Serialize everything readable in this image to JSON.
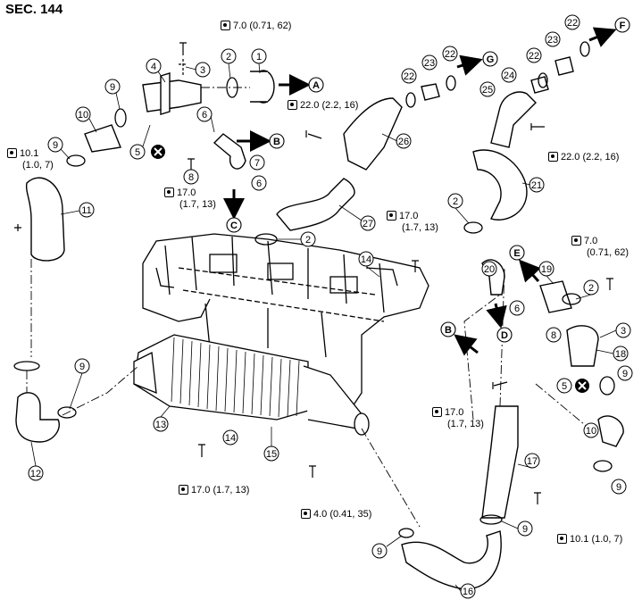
{
  "section": "SEC. 144",
  "torque_specs": [
    {
      "id": "t1",
      "text": "7.0 (0.71, 62)"
    },
    {
      "id": "t2",
      "text": "22.0 (2.2, 16)"
    },
    {
      "id": "t3",
      "line1": "10.1",
      "line2": "(1.0, 7)"
    },
    {
      "id": "t4",
      "line1": "17.0",
      "line2": "(1.7, 13)"
    },
    {
      "id": "t5",
      "text": "22.0 (2.2, 16)"
    },
    {
      "id": "t6",
      "line1": "17.0",
      "line2": "(1.7, 13)"
    },
    {
      "id": "t7",
      "line1": "7.0",
      "line2": "(0.71, 62)"
    },
    {
      "id": "t8",
      "line1": "17.0",
      "line2": "(1.7, 13)"
    },
    {
      "id": "t9",
      "text": "17.0 (1.7, 13)"
    },
    {
      "id": "t10",
      "text": "4.0 (0.41, 35)"
    },
    {
      "id": "t11",
      "text": "10.1 (1.0, 7)"
    }
  ],
  "part_numbers": [
    "1",
    "2",
    "3",
    "4",
    "5",
    "6",
    "8",
    "9",
    "10",
    "11",
    "12",
    "13",
    "14",
    "15",
    "16",
    "17",
    "18",
    "19",
    "20",
    "21",
    "22",
    "23",
    "24",
    "25",
    "26",
    "27"
  ],
  "connection_letters": [
    "A",
    "B",
    "C",
    "D",
    "E",
    "F",
    "G"
  ],
  "do_not_reuse_symbol": "x-circle"
}
